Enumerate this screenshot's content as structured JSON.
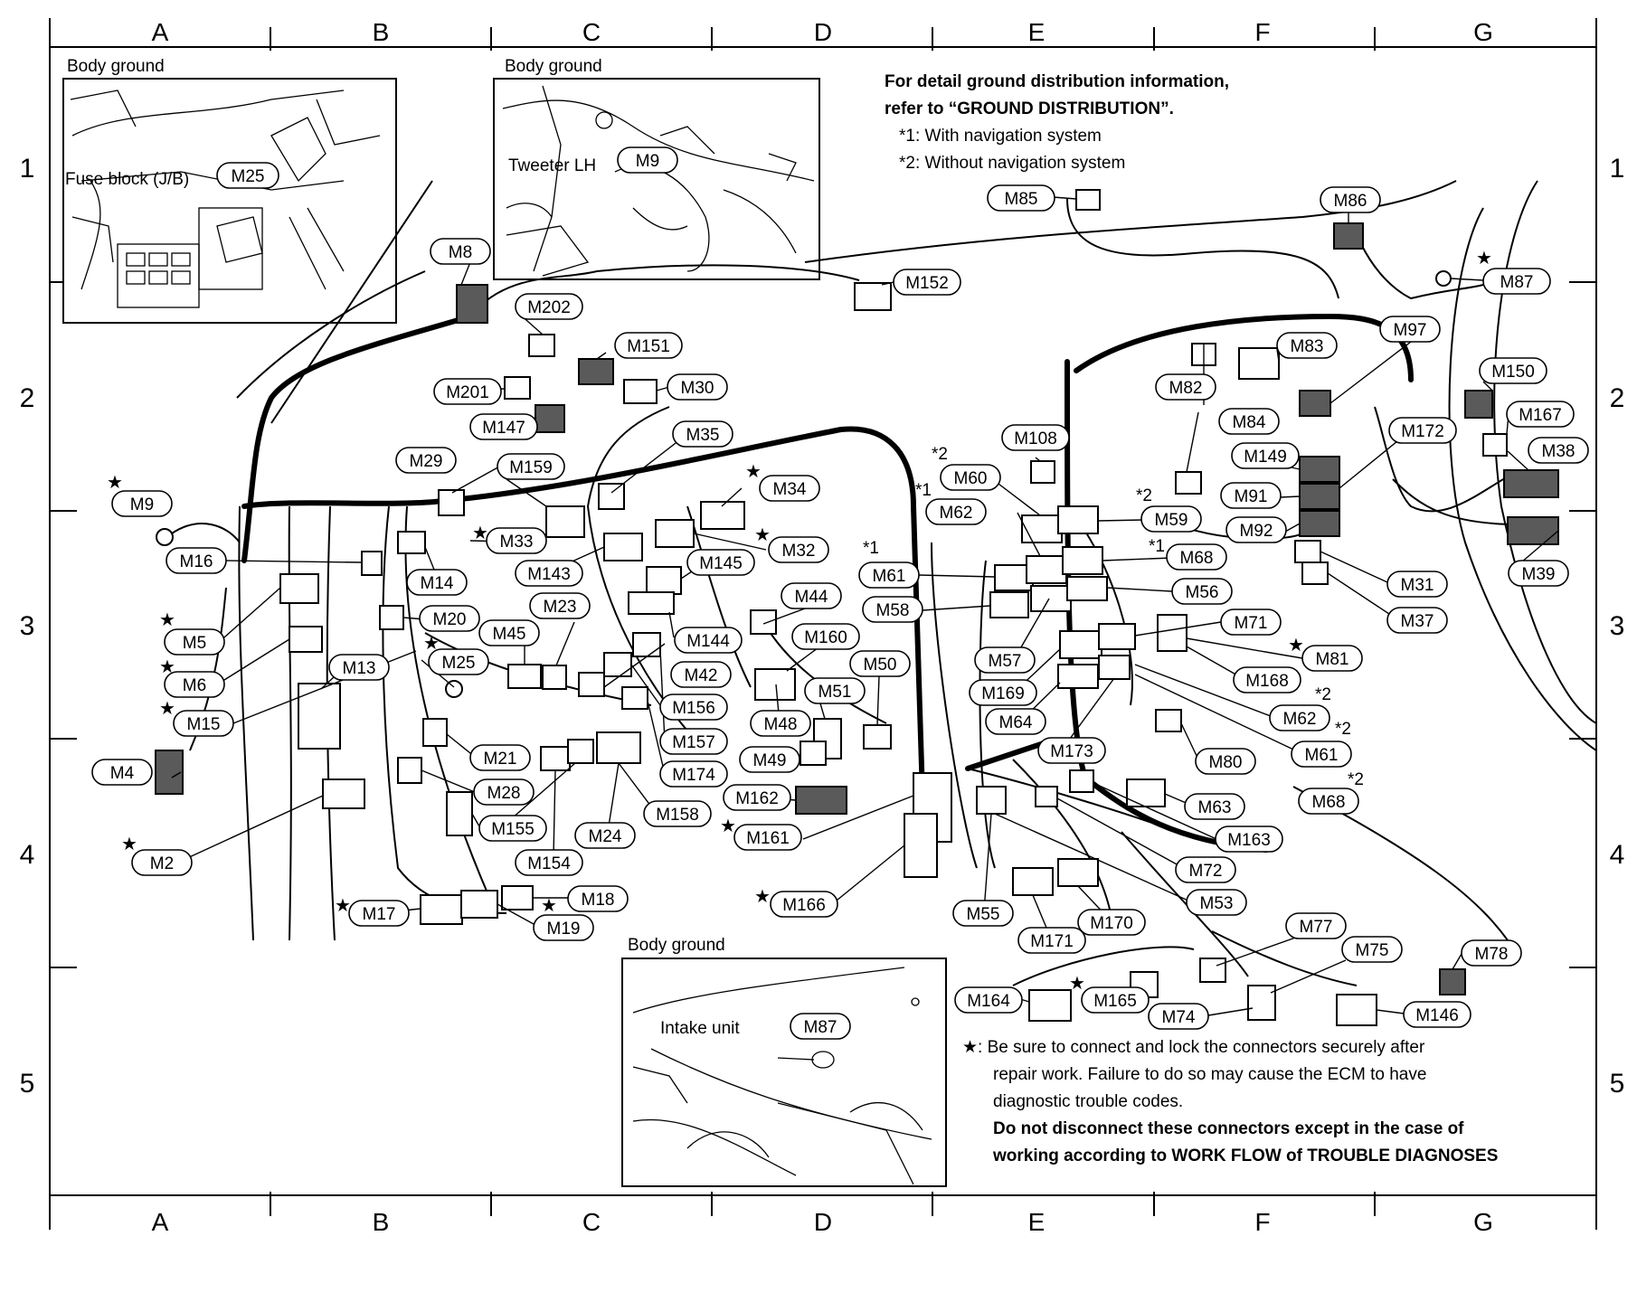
{
  "grid": {
    "columns": [
      "A",
      "B",
      "C",
      "D",
      "E",
      "F",
      "G"
    ],
    "rows": [
      "1",
      "2",
      "3",
      "4",
      "5"
    ]
  },
  "insets": {
    "top_left": {
      "title": "Body ground",
      "fuse_label": "Fuse block (J/B)",
      "connector": "M25"
    },
    "top_center": {
      "title": "Body ground",
      "tweeter_label": "Tweeter LH",
      "connector": "M9"
    },
    "bottom_center": {
      "title": "Body ground",
      "intake_label": "Intake unit",
      "connector": "M87"
    }
  },
  "notes": {
    "ground_line1": "For detail ground distribution information,",
    "ground_line2": "refer to “GROUND DISTRIBUTION”.",
    "nav_with": "*1: With navigation system",
    "nav_without": "*2: Without navigation system",
    "warning_line1": "★: Be sure to connect and lock the connectors securely after",
    "warning_line2": "repair work. Failure to do so may cause the ECM to have",
    "warning_line3": "diagnostic trouble codes.",
    "warning_bold1": "Do not disconnect these connectors except in the case of",
    "warning_bold2": "working according to WORK FLOW of TROUBLE DIAGNOSES"
  },
  "callouts": {
    "M2": "M2",
    "M4": "M4",
    "M5": "M5",
    "M6": "M6",
    "M8": "M8",
    "M9": "M9",
    "M13": "M13",
    "M14": "M14",
    "M15": "M15",
    "M16": "M16",
    "M17": "M17",
    "M18": "M18",
    "M19": "M19",
    "M20": "M20",
    "M21": "M21",
    "M23": "M23",
    "M24": "M24",
    "M25": "M25",
    "M28": "M28",
    "M29": "M29",
    "M30": "M30",
    "M31": "M31",
    "M32": "M32",
    "M33": "M33",
    "M34": "M34",
    "M35": "M35",
    "M37": "M37",
    "M38": "M38",
    "M39": "M39",
    "M42": "M42",
    "M44": "M44",
    "M45": "M45",
    "M48": "M48",
    "M49": "M49",
    "M50": "M50",
    "M51": "M51",
    "M53": "M53",
    "M55": "M55",
    "M56": "M56",
    "M57": "M57",
    "M58": "M58",
    "M59": "M59",
    "M60": "M60",
    "M61": "M61",
    "M61b": "M61",
    "M62": "M62",
    "M62b": "M62",
    "M63": "M63",
    "M64": "M64",
    "M68": "M68",
    "M68b": "M68",
    "M71": "M71",
    "M72": "M72",
    "M74": "M74",
    "M75": "M75",
    "M77": "M77",
    "M78": "M78",
    "M80": "M80",
    "M81": "M81",
    "M82": "M82",
    "M83": "M83",
    "M84": "M84",
    "M85": "M85",
    "M86": "M86",
    "M87": "M87",
    "M91": "M91",
    "M92": "M92",
    "M97": "M97",
    "M108": "M108",
    "M143": "M143",
    "M144": "M144",
    "M145": "M145",
    "M146": "M146",
    "M147": "M147",
    "M149": "M149",
    "M150": "M150",
    "M151": "M151",
    "M152": "M152",
    "M154": "M154",
    "M155": "M155",
    "M156": "M156",
    "M157": "M157",
    "M158": "M158",
    "M159": "M159",
    "M160": "M160",
    "M161": "M161",
    "M162": "M162",
    "M163": "M163",
    "M164": "M164",
    "M165": "M165",
    "M166": "M166",
    "M167": "M167",
    "M168": "M168",
    "M169": "M169",
    "M170": "M170",
    "M171": "M171",
    "M172": "M172",
    "M173": "M173",
    "M174": "M174",
    "M201": "M201",
    "M202": "M202"
  },
  "markers": {
    "star1": "*1",
    "star2": "*2"
  }
}
